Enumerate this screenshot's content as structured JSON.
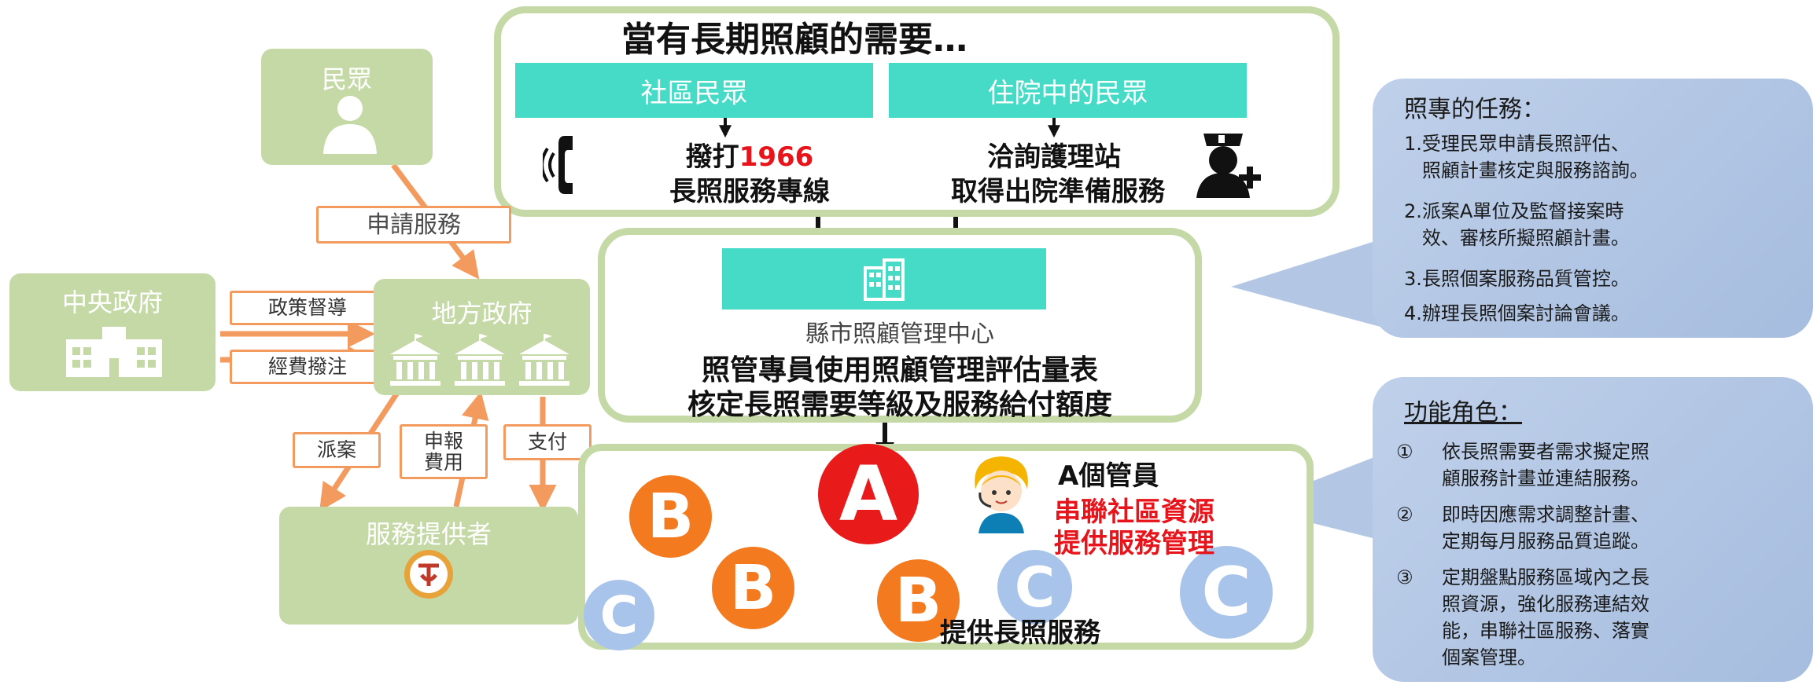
{
  "title": "當有長期照顧的需要…",
  "community": {
    "label": "社區民眾",
    "line1_prefix": "撥打",
    "line1_number": "1966",
    "line2": "長照服務專線"
  },
  "hospital": {
    "label": "住院中的民眾",
    "line1": "洽詢護理站",
    "line2": "取得出院準備服務"
  },
  "public": {
    "label": "民眾"
  },
  "central_gov": {
    "label": "中央政府"
  },
  "local_gov": {
    "label": "地方政府"
  },
  "provider": {
    "label": "服務提供者"
  },
  "arrow_labels": {
    "apply": "申請服務",
    "policy": "政策督導",
    "funding": "經費撥注",
    "dispatch": "派案",
    "claim_1": "申報",
    "claim_2": "費用",
    "pay": "支付"
  },
  "center": {
    "name": "縣市照顧管理中心",
    "line1": "照管專員使用照顧管理評估量表",
    "line2": "核定長照需要等級及服務給付額度"
  },
  "network": {
    "a_letter": "A",
    "b_letter": "B",
    "c_letter": "C",
    "manager_title": "A個管員",
    "manager_line1": "串聯社區資源",
    "manager_line2": "提供服務管理",
    "caption": "提供長照服務"
  },
  "tasks": {
    "title": "照專的任務：",
    "items": [
      "1.受理民眾申請長照評估、\n   照顧計畫核定與服務諮詢。",
      "2.派案A單位及監督接案時\n   效、審核所擬照顧計畫。",
      "3.長照個案服務品質管控。",
      "4.辦理長照個案討論會議。"
    ]
  },
  "roles": {
    "title": "功能角色：",
    "markers": [
      "①",
      "②",
      "③"
    ],
    "items": [
      "依長照需要者需求擬定照\n顧服務計畫並連結服務。",
      "即時因應需求調整計畫、\n定期每月服務品質追蹤。",
      "定期盤點服務區域內之長\n照資源，強化服務連結效\n能，串聯社區服務、落實\n個案管理。"
    ]
  },
  "colors": {
    "green_box": "#c5d9a6",
    "teal": "#46dbc6",
    "orange": "#f39a5f",
    "b_node": "#f47a1f",
    "c_node": "#a9c4ea",
    "a_node": "#e81a1a",
    "bubble": "#a6bddf",
    "red_text": "#e8141b"
  }
}
